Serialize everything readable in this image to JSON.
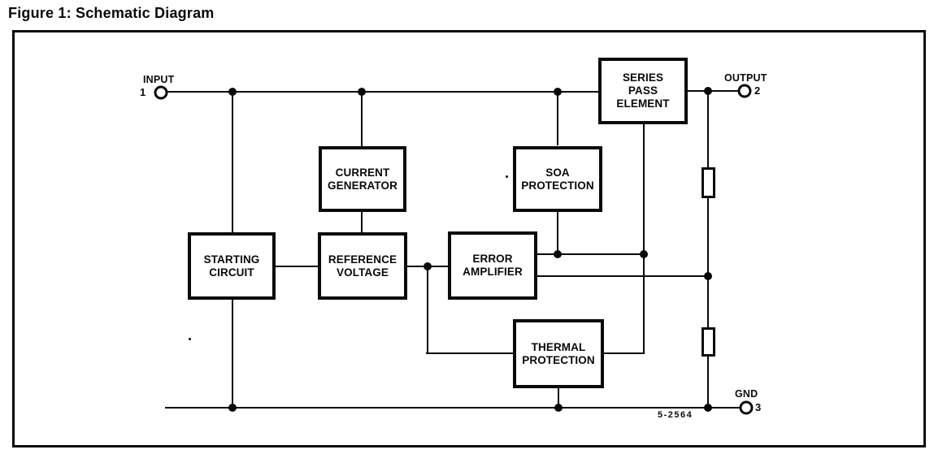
{
  "title": "Figure 1: Schematic Diagram",
  "drawing_number": "5-2564",
  "terminals": {
    "input": {
      "name": "INPUT",
      "pin": "1"
    },
    "output": {
      "name": "OUTPUT",
      "pin": "2"
    },
    "gnd": {
      "name": "GND",
      "pin": "3"
    }
  },
  "blocks": {
    "starting_circuit": {
      "label": "STARTING CIRCUIT",
      "lines": [
        "STARTING",
        "CIRCUIT"
      ]
    },
    "current_generator": {
      "label": "CURRENT GENERATOR",
      "lines": [
        "CURRENT",
        "GENERATOR"
      ]
    },
    "reference_voltage": {
      "label": "REFERENCE VOLTAGE",
      "lines": [
        "REFERENCE",
        "VOLTAGE"
      ]
    },
    "error_amplifier": {
      "label": "ERROR AMPLIFIER",
      "lines": [
        "ERROR",
        "AMPLIFIER"
      ]
    },
    "soa_protection": {
      "label": "SOA PROTECTION",
      "lines": [
        "SOA",
        "PROTECTION"
      ]
    },
    "series_pass_element": {
      "label": "SERIES PASS ELEMENT",
      "lines": [
        "SERIES",
        "PASS",
        "ELEMENT"
      ]
    },
    "thermal_protection": {
      "label": "THERMAL PROTECTION",
      "lines": [
        "THERMAL",
        "PROTECTION"
      ]
    }
  },
  "colors": {
    "ink": "#0a0a0a",
    "paper": "#ffffff"
  }
}
